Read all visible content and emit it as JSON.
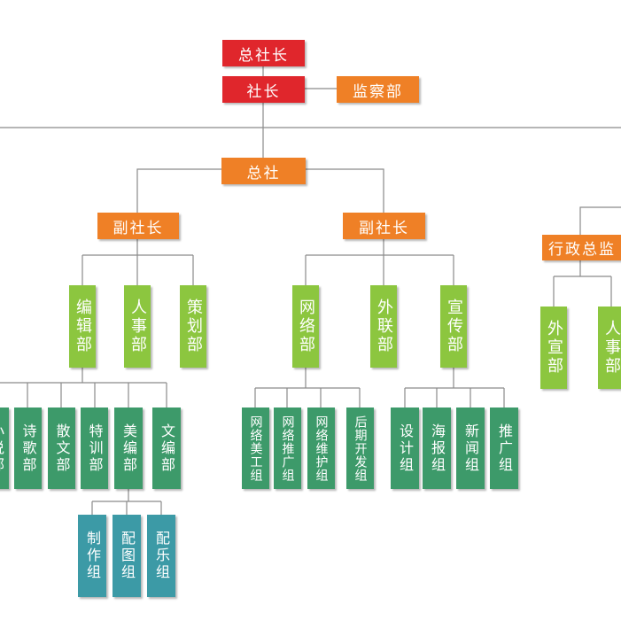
{
  "colors": {
    "red": "#e0262c",
    "orange": "#ef8026",
    "green": "#8cc63f",
    "dark_green": "#3d9a6a",
    "teal": "#3c9aa6",
    "line": "#8a8a8a"
  },
  "top": {
    "president": "总社长",
    "director": "社长",
    "supervision": "监察部"
  },
  "hq": "总社",
  "left_branch": {
    "vice": "副社长",
    "departments": [
      "编辑部",
      "人事部",
      "策划部"
    ],
    "editorial_groups": [
      "小说部",
      "诗歌部",
      "散文部",
      "特训部",
      "美编部",
      "文编部"
    ],
    "art_groups": [
      "制作组",
      "配图组",
      "配乐组"
    ]
  },
  "middle_branch": {
    "vice": "副社长",
    "departments": [
      "网络部",
      "外联部",
      "宣传部"
    ],
    "network_groups": [
      "网络美工组",
      "网络推广组",
      "网络维护组",
      "后期开发组"
    ],
    "publicity_groups": [
      "设计组",
      "海报组",
      "新闻组",
      "推广组"
    ]
  },
  "right_branch": {
    "head": "行政总监",
    "departments": [
      "外宣部",
      "人事部"
    ]
  }
}
